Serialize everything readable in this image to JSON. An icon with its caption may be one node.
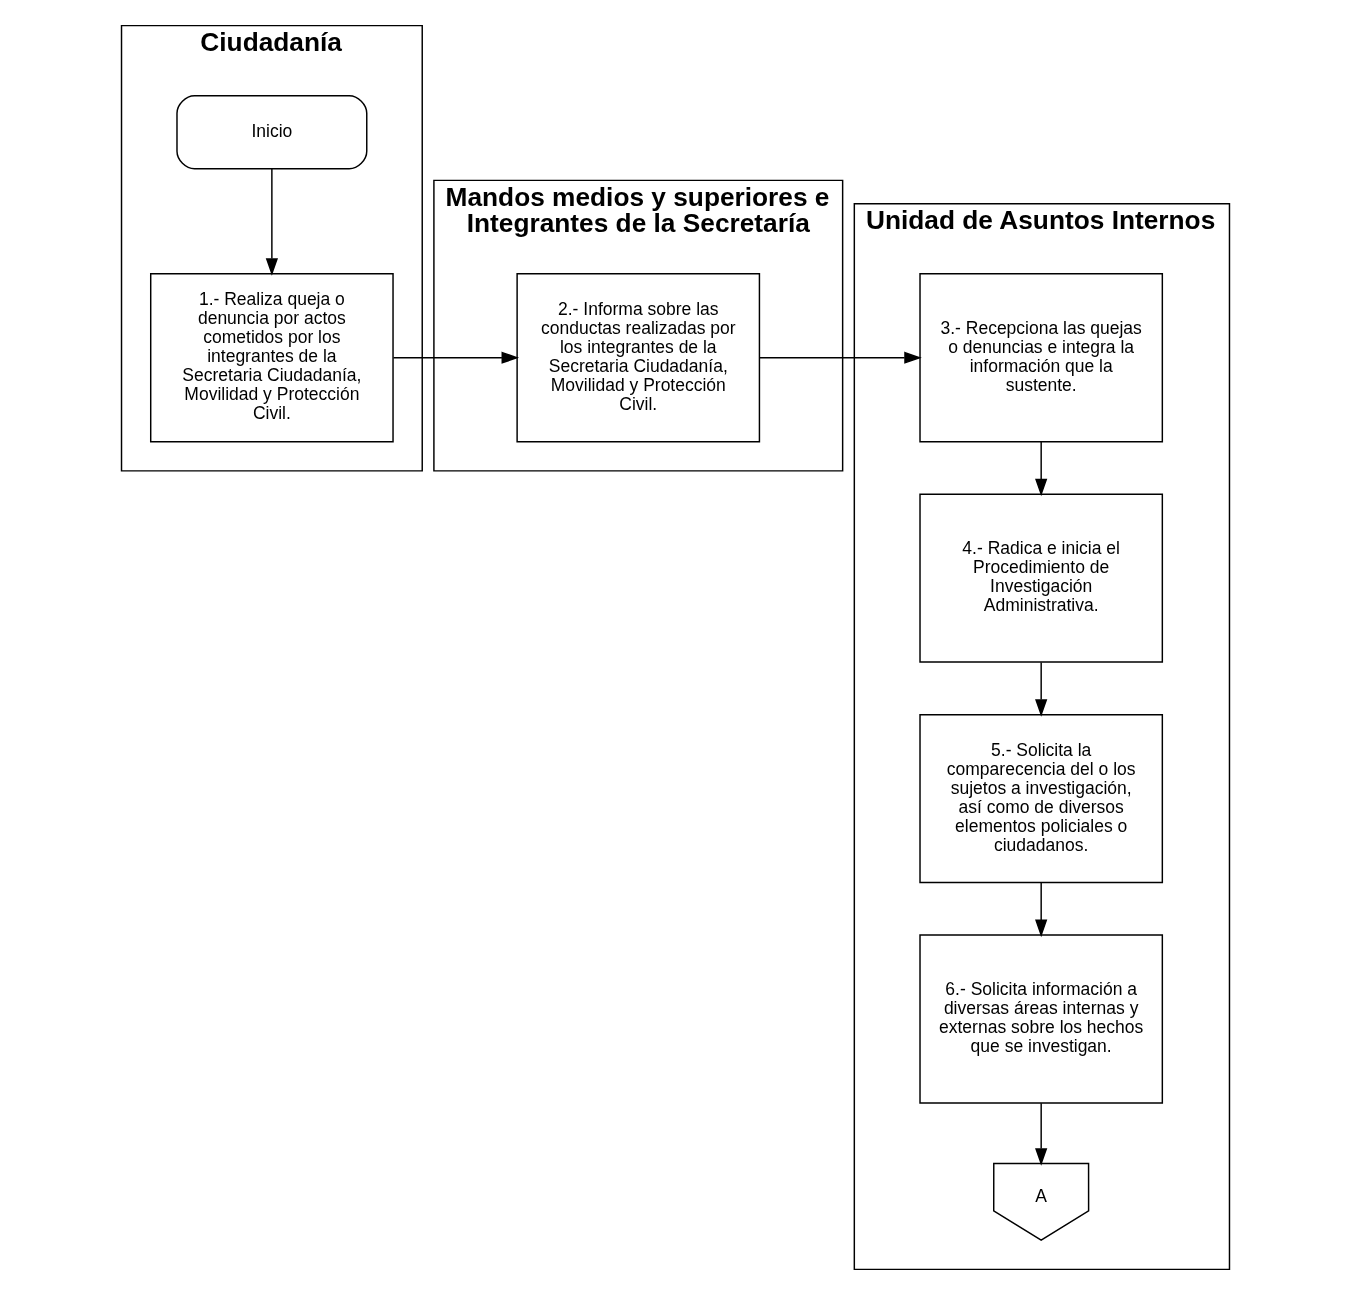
{
  "diagram": {
    "nodes": [
      {
        "text": [
          "Ciudadanía"
        ]
      },
      {
        "text": [
          "Inicio"
        ],
        "in": 0
      },
      {
        "text": [
          "1.- Realiza queja o denuncia por actos cometidos por los integrantes de la Secretaria Ciudadanía, Movilidad y Protección Civil."
        ],
        "in": 0
      },
      {
        "text": [
          "Mandos medios y superiores e Integrantes de la Secretaría"
        ]
      },
      {
        "text": [
          "2.- Informa sobre las conductas realizadas por los integrantes de la Secretaria Ciudadanía, Movilidad y Protección Civil."
        ],
        "in": 3
      },
      {
        "text": [
          "Unidad de Asuntos Internos"
        ]
      },
      {
        "text": [
          "3.- Recepciona las quejas o denuncias e integra la información que la sustente."
        ],
        "in": 5
      },
      {
        "text": [
          "4.- Radica e inicia el Procedimiento de Investigación Administrativa."
        ],
        "in": 5
      },
      {
        "text": [
          "5.- Solicita la comparecencia del o los sujetos a investigación, así como de diversos elementos policiales o ciudadanos."
        ],
        "in": 5
      },
      {
        "text": [
          "6.- Solicita información a diversas áreas internas y externas sobre los hechos que se investigan."
        ],
        "in": 5
      },
      {
        "text": [
          "A"
        ],
        "in": 5
      }
    ],
    "edges": [
      {
        "from": 1,
        "to": 2,
        "arrow": "to"
      },
      {
        "from": 2,
        "to": 4,
        "arrow": "to"
      },
      {
        "from": 4,
        "to": 6,
        "arrow": "to"
      },
      {
        "from": 6,
        "to": 7,
        "arrow": "to"
      },
      {
        "from": 7,
        "to": 8,
        "arrow": "to"
      },
      {
        "from": 8,
        "to": 9,
        "arrow": "to"
      },
      {
        "from": 9,
        "to": 10,
        "arrow": "to"
      }
    ]
  }
}
